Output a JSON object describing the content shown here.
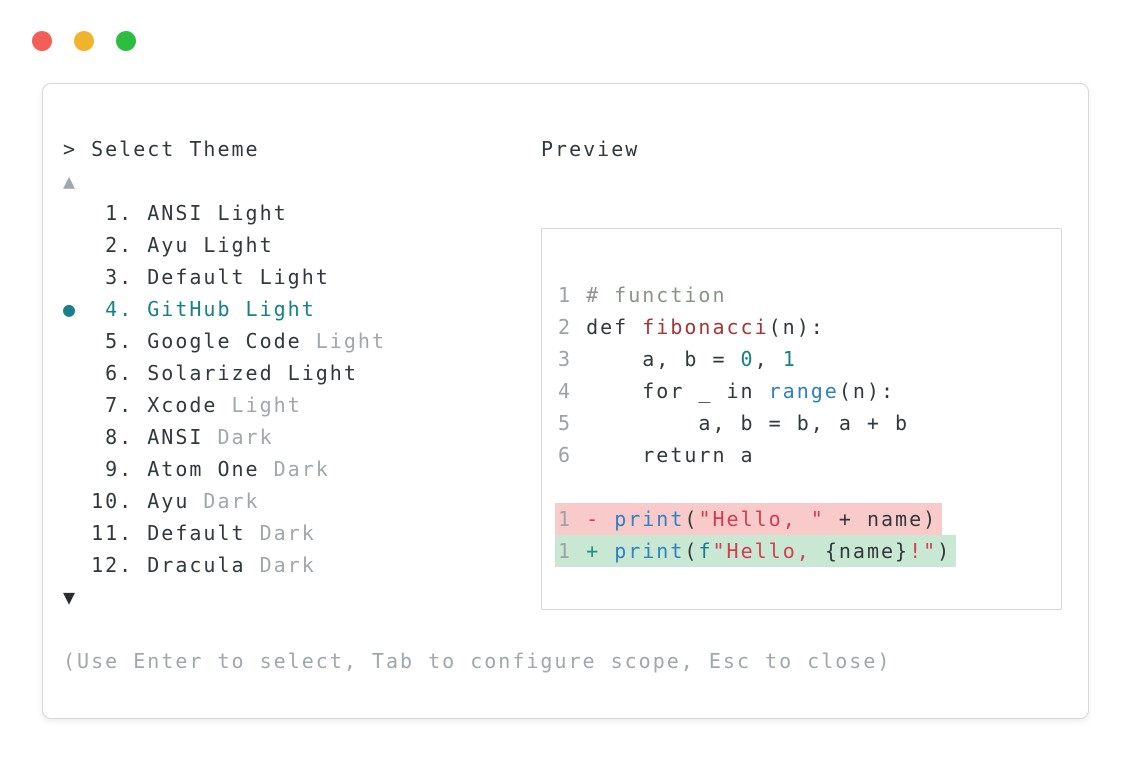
{
  "window": {
    "traffic_lights": [
      {
        "name": "close",
        "color": "#f25f58"
      },
      {
        "name": "minimize",
        "color": "#f2b32c"
      },
      {
        "name": "maximize",
        "color": "#2dbe41"
      }
    ]
  },
  "picker": {
    "prompt": "> Select Theme",
    "scroll_up_indicator": "▲",
    "scroll_down_indicator": "▼",
    "bullet": "●",
    "items": [
      {
        "number": " 1.",
        "name": "ANSI Light",
        "suffix": "",
        "selected": false
      },
      {
        "number": " 2.",
        "name": "Ayu Light",
        "suffix": "",
        "selected": false
      },
      {
        "number": " 3.",
        "name": "Default Light",
        "suffix": "",
        "selected": false
      },
      {
        "number": " 4.",
        "name": "GitHub Light",
        "suffix": "",
        "selected": true
      },
      {
        "number": " 5.",
        "name": "Google Code",
        "suffix": "Light",
        "selected": false
      },
      {
        "number": " 6.",
        "name": "Solarized Light",
        "suffix": "",
        "selected": false
      },
      {
        "number": " 7.",
        "name": "Xcode",
        "suffix": "Light",
        "selected": false
      },
      {
        "number": " 8.",
        "name": "ANSI",
        "suffix": "Dark",
        "selected": false
      },
      {
        "number": " 9.",
        "name": "Atom One",
        "suffix": "Dark",
        "selected": false
      },
      {
        "number": "10.",
        "name": "Ayu",
        "suffix": "Dark",
        "selected": false
      },
      {
        "number": "11.",
        "name": "Default",
        "suffix": "Dark",
        "selected": false
      },
      {
        "number": "12.",
        "name": "Dracula",
        "suffix": "Dark",
        "selected": false
      }
    ],
    "help": "(Use Enter to select, Tab to configure scope, Esc to close)"
  },
  "preview": {
    "title": "Preview",
    "lines": [
      {
        "bg": "",
        "segments": [
          {
            "t": "1",
            "s": "lineno"
          },
          {
            "t": " ",
            "s": "plain"
          },
          {
            "t": "# function",
            "s": "comment"
          }
        ]
      },
      {
        "bg": "",
        "segments": [
          {
            "t": "2",
            "s": "lineno"
          },
          {
            "t": " def ",
            "s": "plain"
          },
          {
            "t": "fibonacci",
            "s": "function"
          },
          {
            "t": "(n):",
            "s": "plain"
          }
        ]
      },
      {
        "bg": "",
        "segments": [
          {
            "t": "3",
            "s": "lineno"
          },
          {
            "t": "     a, b = ",
            "s": "plain"
          },
          {
            "t": "0",
            "s": "number"
          },
          {
            "t": ", ",
            "s": "plain"
          },
          {
            "t": "1",
            "s": "number"
          }
        ]
      },
      {
        "bg": "",
        "segments": [
          {
            "t": "4",
            "s": "lineno"
          },
          {
            "t": "     for _ in ",
            "s": "plain"
          },
          {
            "t": "range",
            "s": "builtin"
          },
          {
            "t": "(n):",
            "s": "plain"
          }
        ]
      },
      {
        "bg": "",
        "segments": [
          {
            "t": "5",
            "s": "lineno"
          },
          {
            "t": "         a, b = b, a + b",
            "s": "plain"
          }
        ]
      },
      {
        "bg": "",
        "segments": [
          {
            "t": "6",
            "s": "lineno"
          },
          {
            "t": "     return a",
            "s": "plain"
          }
        ]
      },
      {
        "bg": "",
        "segments": []
      },
      {
        "bg": "del",
        "segments": [
          {
            "t": "1",
            "s": "lineno"
          },
          {
            "t": " ",
            "s": "plain"
          },
          {
            "t": "-",
            "s": "del-marker"
          },
          {
            "t": " ",
            "s": "plain"
          },
          {
            "t": "print",
            "s": "builtin"
          },
          {
            "t": "(",
            "s": "plain"
          },
          {
            "t": "\"Hello, \"",
            "s": "string"
          },
          {
            "t": " + name)",
            "s": "plain"
          }
        ]
      },
      {
        "bg": "add",
        "segments": [
          {
            "t": "1",
            "s": "lineno"
          },
          {
            "t": " ",
            "s": "plain"
          },
          {
            "t": "+",
            "s": "add-marker"
          },
          {
            "t": " ",
            "s": "plain"
          },
          {
            "t": "print",
            "s": "builtin"
          },
          {
            "t": "(",
            "s": "plain"
          },
          {
            "t": "f",
            "s": "fprefix"
          },
          {
            "t": "\"Hello, ",
            "s": "string"
          },
          {
            "t": "{name}",
            "s": "plain"
          },
          {
            "t": "!\"",
            "s": "string"
          },
          {
            "t": ")",
            "s": "plain"
          }
        ]
      }
    ]
  },
  "colors": {
    "text": "#33383d",
    "muted": "#a2a7ab",
    "accent": "#17808a",
    "comment": "#8b9489",
    "function_name": "#a93434",
    "builtin_blue": "#2e82c4",
    "string_red": "#d63c50",
    "add_marker_green": "#17957c",
    "diff_del_bg": "#f8cbca",
    "diff_add_bg": "#c9e8d4",
    "window_border": "#d8d8d8"
  }
}
